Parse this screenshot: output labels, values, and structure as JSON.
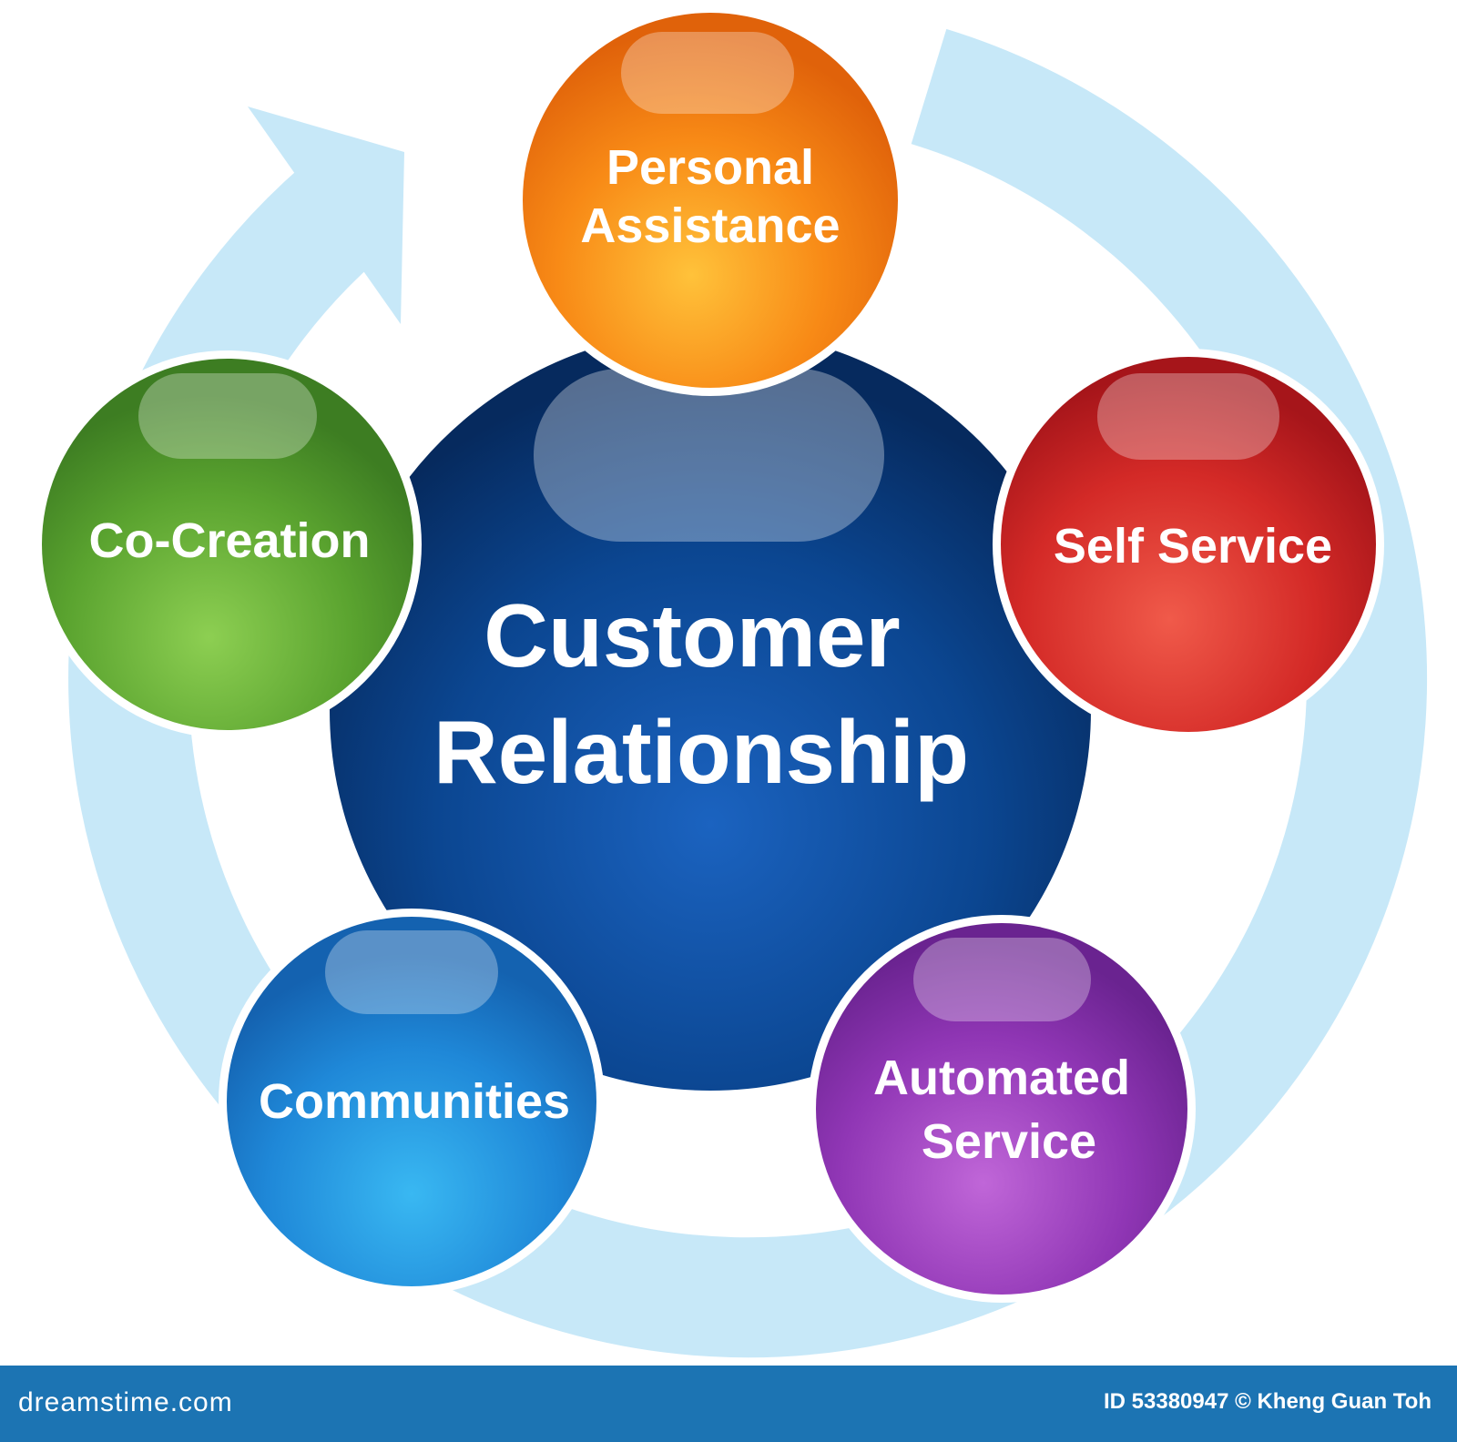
{
  "center": {
    "line1": "Customer",
    "line2": "Relationship",
    "color": "#0a3f85"
  },
  "nodes": [
    {
      "id": "personal-assistance",
      "lines": [
        "Personal",
        "Assistance"
      ],
      "color": "#f57f0e"
    },
    {
      "id": "self-service",
      "lines": [
        "Self Service"
      ],
      "color": "#d42a27"
    },
    {
      "id": "automated-service",
      "lines": [
        "Automated",
        "Service"
      ],
      "color": "#8f35b5"
    },
    {
      "id": "communities",
      "lines": [
        "Communities"
      ],
      "color": "#1e86d8"
    },
    {
      "id": "co-creation",
      "lines": [
        "Co-Creation"
      ],
      "color": "#59a12e"
    }
  ],
  "cycle_arrow_color": "#c7e8f8",
  "footer": {
    "site": "dreamstime.com",
    "credit": "ID 53380947 © Kheng Guan Toh"
  }
}
